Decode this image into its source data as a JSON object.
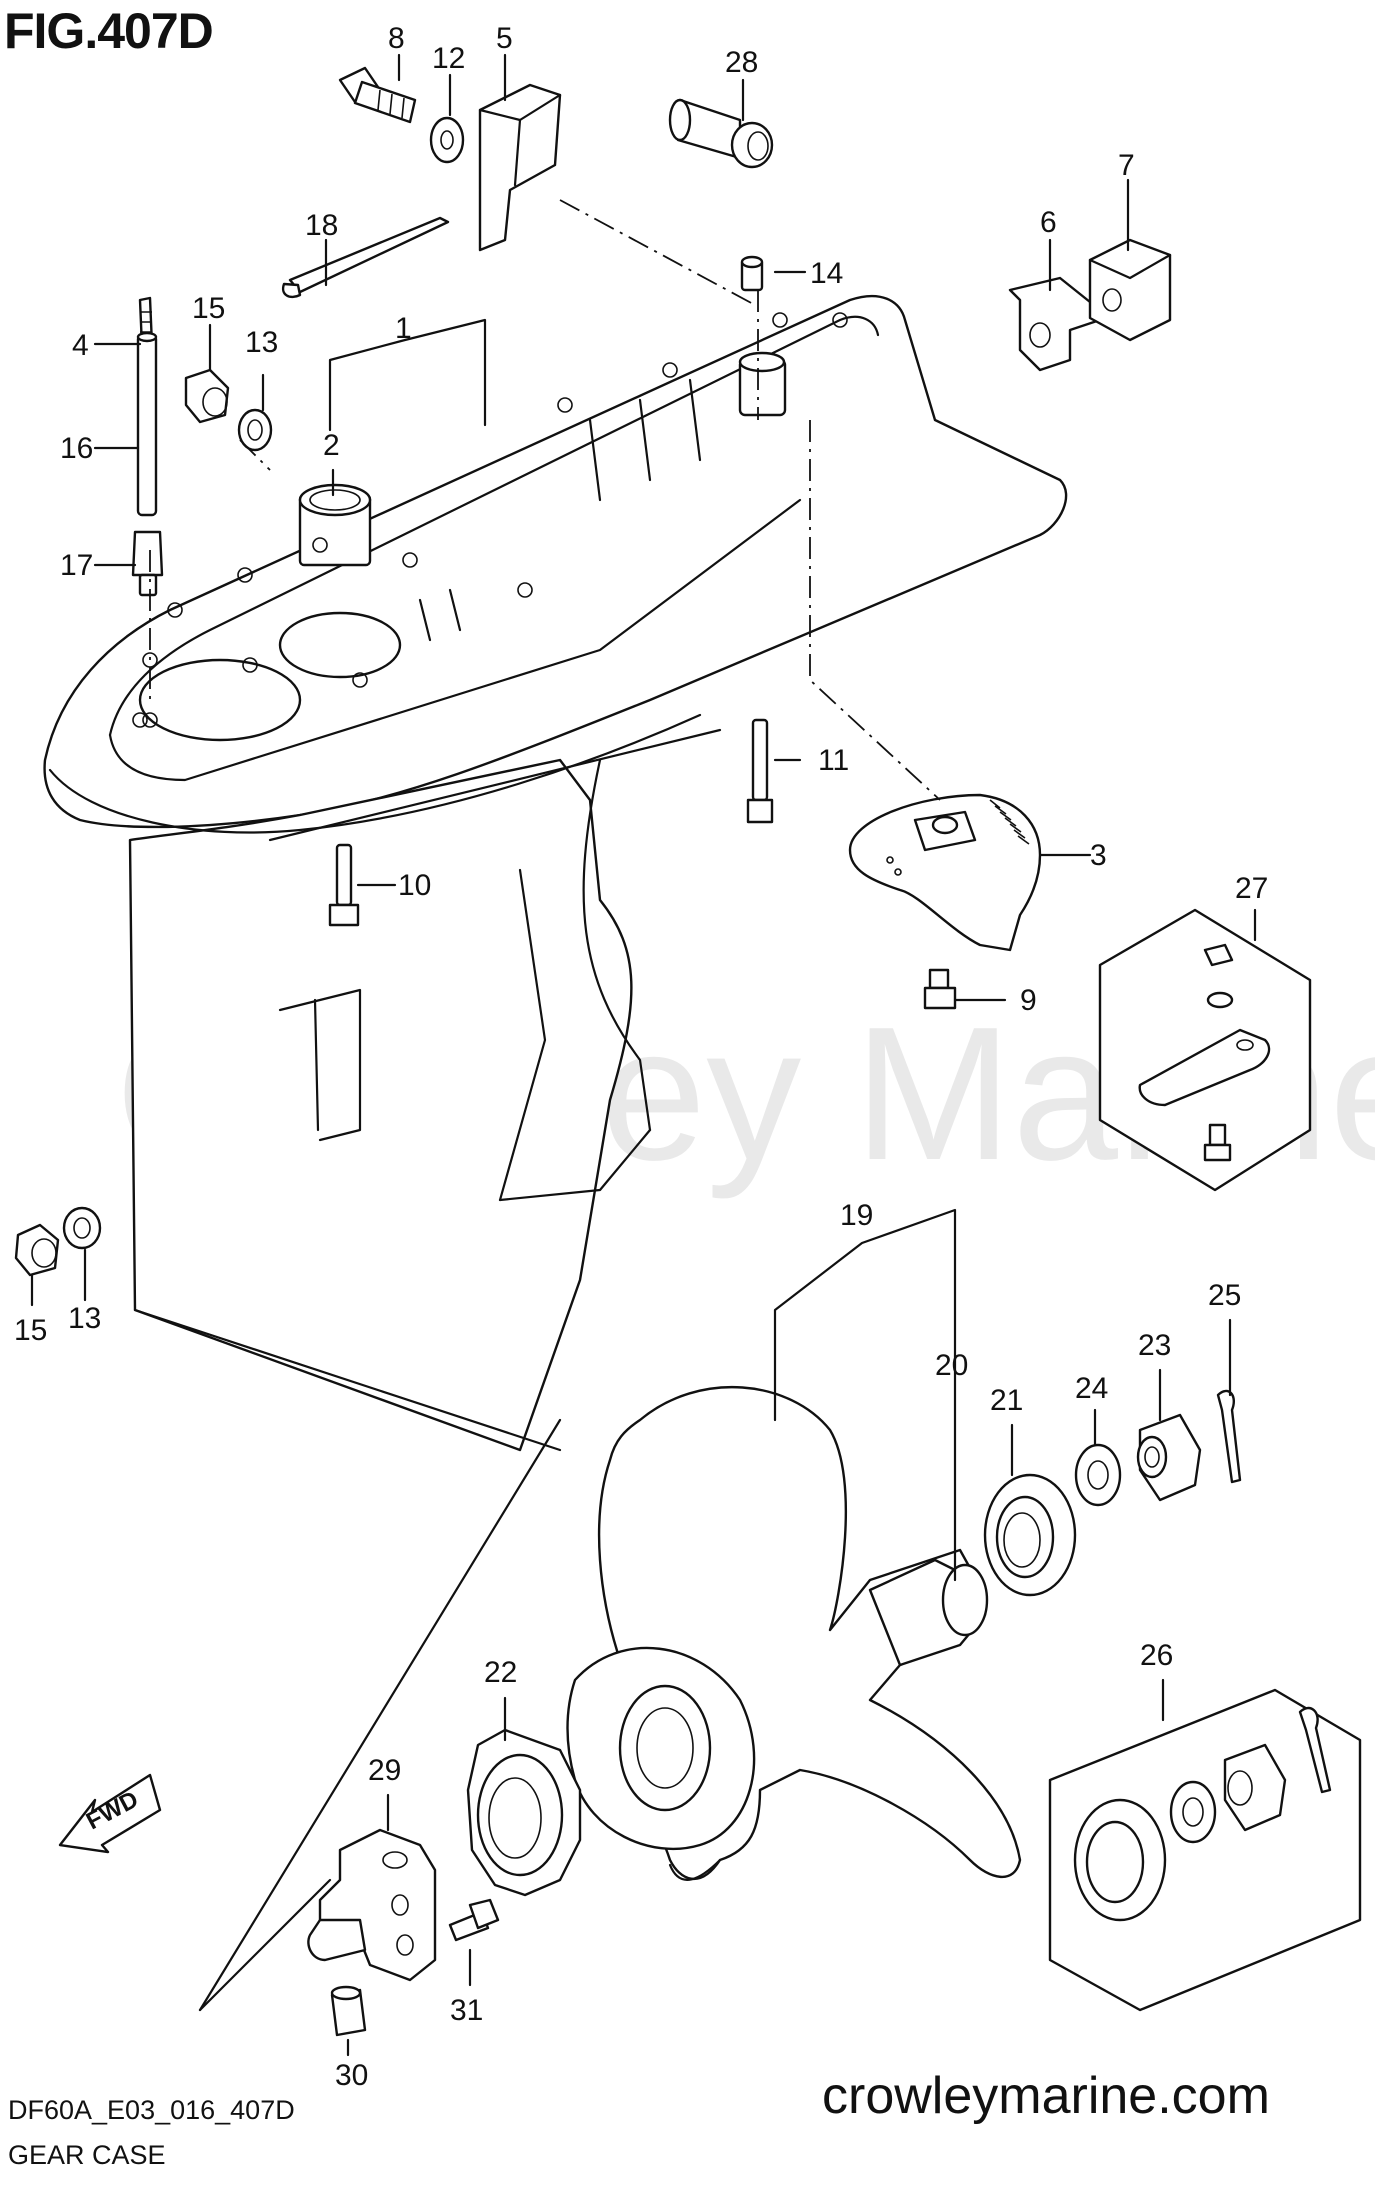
{
  "figure": {
    "title": "FIG.407D"
  },
  "footer": {
    "code": "DF60A_E03_016_407D",
    "name": "GEAR CASE"
  },
  "site": "crowleymarine.com",
  "watermark": "Crowley Marine",
  "fwd_label": "FWD",
  "callouts": [
    {
      "id": "c8",
      "label": "8"
    },
    {
      "id": "c12",
      "label": "12"
    },
    {
      "id": "c5",
      "label": "5"
    },
    {
      "id": "c28",
      "label": "28"
    },
    {
      "id": "c18",
      "label": "18"
    },
    {
      "id": "c14",
      "label": "14"
    },
    {
      "id": "c7",
      "label": "7"
    },
    {
      "id": "c6",
      "label": "6"
    },
    {
      "id": "c4",
      "label": "4"
    },
    {
      "id": "c15a",
      "label": "15"
    },
    {
      "id": "c13a",
      "label": "13"
    },
    {
      "id": "c1",
      "label": "1"
    },
    {
      "id": "c16",
      "label": "16"
    },
    {
      "id": "c2",
      "label": "2"
    },
    {
      "id": "c17",
      "label": "17"
    },
    {
      "id": "c11",
      "label": "11"
    },
    {
      "id": "c3",
      "label": "3"
    },
    {
      "id": "c27",
      "label": "27"
    },
    {
      "id": "c10",
      "label": "10"
    },
    {
      "id": "c9",
      "label": "9"
    },
    {
      "id": "c15b",
      "label": "15"
    },
    {
      "id": "c13b",
      "label": "13"
    },
    {
      "id": "c19",
      "label": "19"
    },
    {
      "id": "c25",
      "label": "25"
    },
    {
      "id": "c23",
      "label": "23"
    },
    {
      "id": "c20",
      "label": "20"
    },
    {
      "id": "c24",
      "label": "24"
    },
    {
      "id": "c21",
      "label": "21"
    },
    {
      "id": "c26",
      "label": "26"
    },
    {
      "id": "c22",
      "label": "22"
    },
    {
      "id": "c29",
      "label": "29"
    },
    {
      "id": "c31",
      "label": "31"
    },
    {
      "id": "c30",
      "label": "30"
    }
  ]
}
